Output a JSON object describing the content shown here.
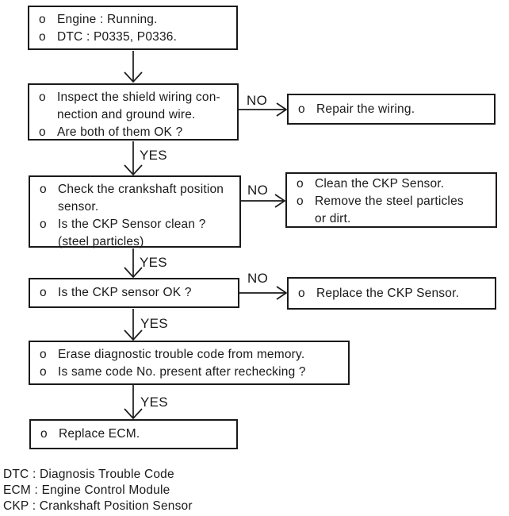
{
  "colors": {
    "ink": "#1a1a1a",
    "background": "#ffffff"
  },
  "flow": {
    "bullet_char": "o",
    "labels": {
      "yes": "YES",
      "no": "NO"
    },
    "boxes": {
      "engine_dtc": {
        "items": [
          {
            "lines": [
              "Engine : Running."
            ]
          },
          {
            "lines": [
              "DTC : P0335, P0336."
            ]
          }
        ]
      },
      "inspect_wiring": {
        "items": [
          {
            "lines": [
              "Inspect the shield wiring con-",
              "nection and ground wire."
            ]
          },
          {
            "lines": [
              "Are both of them OK ?"
            ]
          }
        ]
      },
      "repair_wiring": {
        "items": [
          {
            "lines": [
              "Repair the wiring."
            ]
          }
        ]
      },
      "check_ckp": {
        "items": [
          {
            "lines": [
              "Check the crankshaft position",
              "sensor."
            ]
          },
          {
            "lines": [
              "Is the CKP Sensor clean ?",
              "(steel particles)"
            ]
          }
        ]
      },
      "clean_ckp": {
        "items": [
          {
            "lines": [
              "Clean the CKP Sensor."
            ]
          },
          {
            "lines": [
              "Remove the steel particles",
              "or dirt."
            ]
          }
        ]
      },
      "ckp_ok": {
        "items": [
          {
            "lines": [
              "Is the CKP sensor OK ?"
            ]
          }
        ]
      },
      "replace_ckp": {
        "items": [
          {
            "lines": [
              "Replace the CKP Sensor."
            ]
          }
        ]
      },
      "erase_dtc": {
        "items": [
          {
            "lines": [
              "Erase diagnostic trouble code from memory."
            ]
          },
          {
            "lines": [
              "Is same code No. present after rechecking ?"
            ]
          }
        ]
      },
      "replace_ecm": {
        "items": [
          {
            "lines": [
              "Replace ECM."
            ]
          }
        ]
      }
    },
    "legend": {
      "dtc": "DTC : Diagnosis Trouble Code",
      "ecm": "ECM : Engine Control Module",
      "ckp": "CKP : Crankshaft Position Sensor"
    }
  }
}
